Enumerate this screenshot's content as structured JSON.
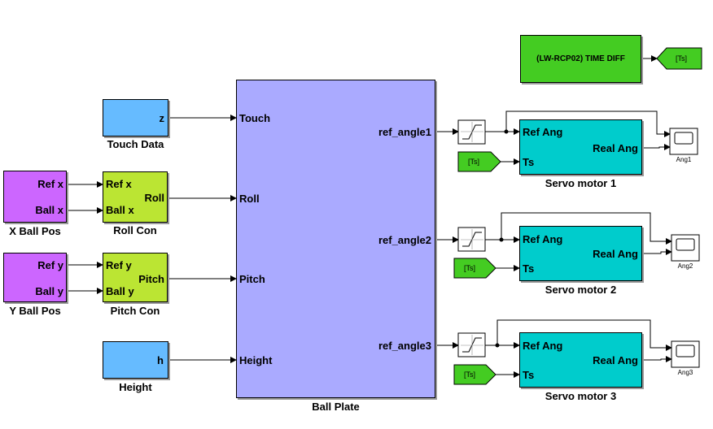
{
  "colors": {
    "blue": "#66bbff",
    "violet": "#cc66ff",
    "lime": "#bbe533",
    "plate": "#aaaaff",
    "green": "#44cc22",
    "cyan": "#00cccc"
  },
  "blocks": {
    "touch_data": {
      "port": "z",
      "caption": "Touch Data"
    },
    "x_ball_pos": {
      "ports": [
        "Ref x",
        "Ball x"
      ],
      "caption": "X Ball Pos"
    },
    "roll_con": {
      "inputs": [
        "Ref x",
        "Ball x"
      ],
      "output": "Roll",
      "caption": "Roll Con"
    },
    "y_ball_pos": {
      "ports": [
        "Ref y",
        "Ball y"
      ],
      "caption": "Y Ball Pos"
    },
    "pitch_con": {
      "inputs": [
        "Ref y",
        "Ball y"
      ],
      "output": "Pitch",
      "caption": "Pitch Con"
    },
    "height": {
      "port": "h",
      "caption": "Height"
    },
    "ball_plate": {
      "inputs": [
        "Touch",
        "Roll",
        "Pitch",
        "Height"
      ],
      "outputs": [
        "ref_angle1",
        "ref_angle2",
        "ref_angle3"
      ],
      "caption": "Ball Plate"
    },
    "time_diff": {
      "label": "(LW-RCP02) TIME DIFF",
      "goto_tag": "[Ts]"
    },
    "from_tags": [
      "[Ts]",
      "[Ts]",
      "[Ts]"
    ],
    "servos": [
      {
        "inputs": [
          "Ref Ang",
          "Ts"
        ],
        "output": "Real Ang",
        "caption": "Servo motor 1",
        "scope": "Ang1"
      },
      {
        "inputs": [
          "Ref Ang",
          "Ts"
        ],
        "output": "Real Ang",
        "caption": "Servo motor 2",
        "scope": "Ang2"
      },
      {
        "inputs": [
          "Ref Ang",
          "Ts"
        ],
        "output": "Real Ang",
        "caption": "Servo motor 3",
        "scope": "Ang3"
      }
    ]
  }
}
